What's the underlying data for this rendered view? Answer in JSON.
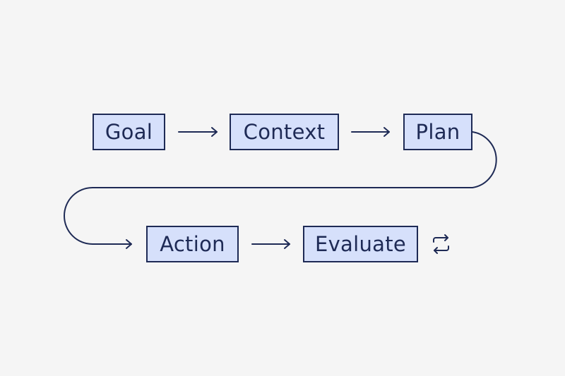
{
  "diagram": {
    "nodes": [
      {
        "id": "goal",
        "label": "Goal"
      },
      {
        "id": "context",
        "label": "Context"
      },
      {
        "id": "plan",
        "label": "Plan"
      },
      {
        "id": "action",
        "label": "Action"
      },
      {
        "id": "evaluate",
        "label": "Evaluate"
      }
    ],
    "edges": [
      {
        "from": "goal",
        "to": "context"
      },
      {
        "from": "context",
        "to": "plan"
      },
      {
        "from": "plan",
        "to": "action"
      },
      {
        "from": "action",
        "to": "evaluate"
      }
    ],
    "loop_icon": "repeat-icon",
    "colors": {
      "background": "#f5f5f5",
      "node_fill": "#d6e0fb",
      "stroke": "#1e2a55"
    }
  }
}
